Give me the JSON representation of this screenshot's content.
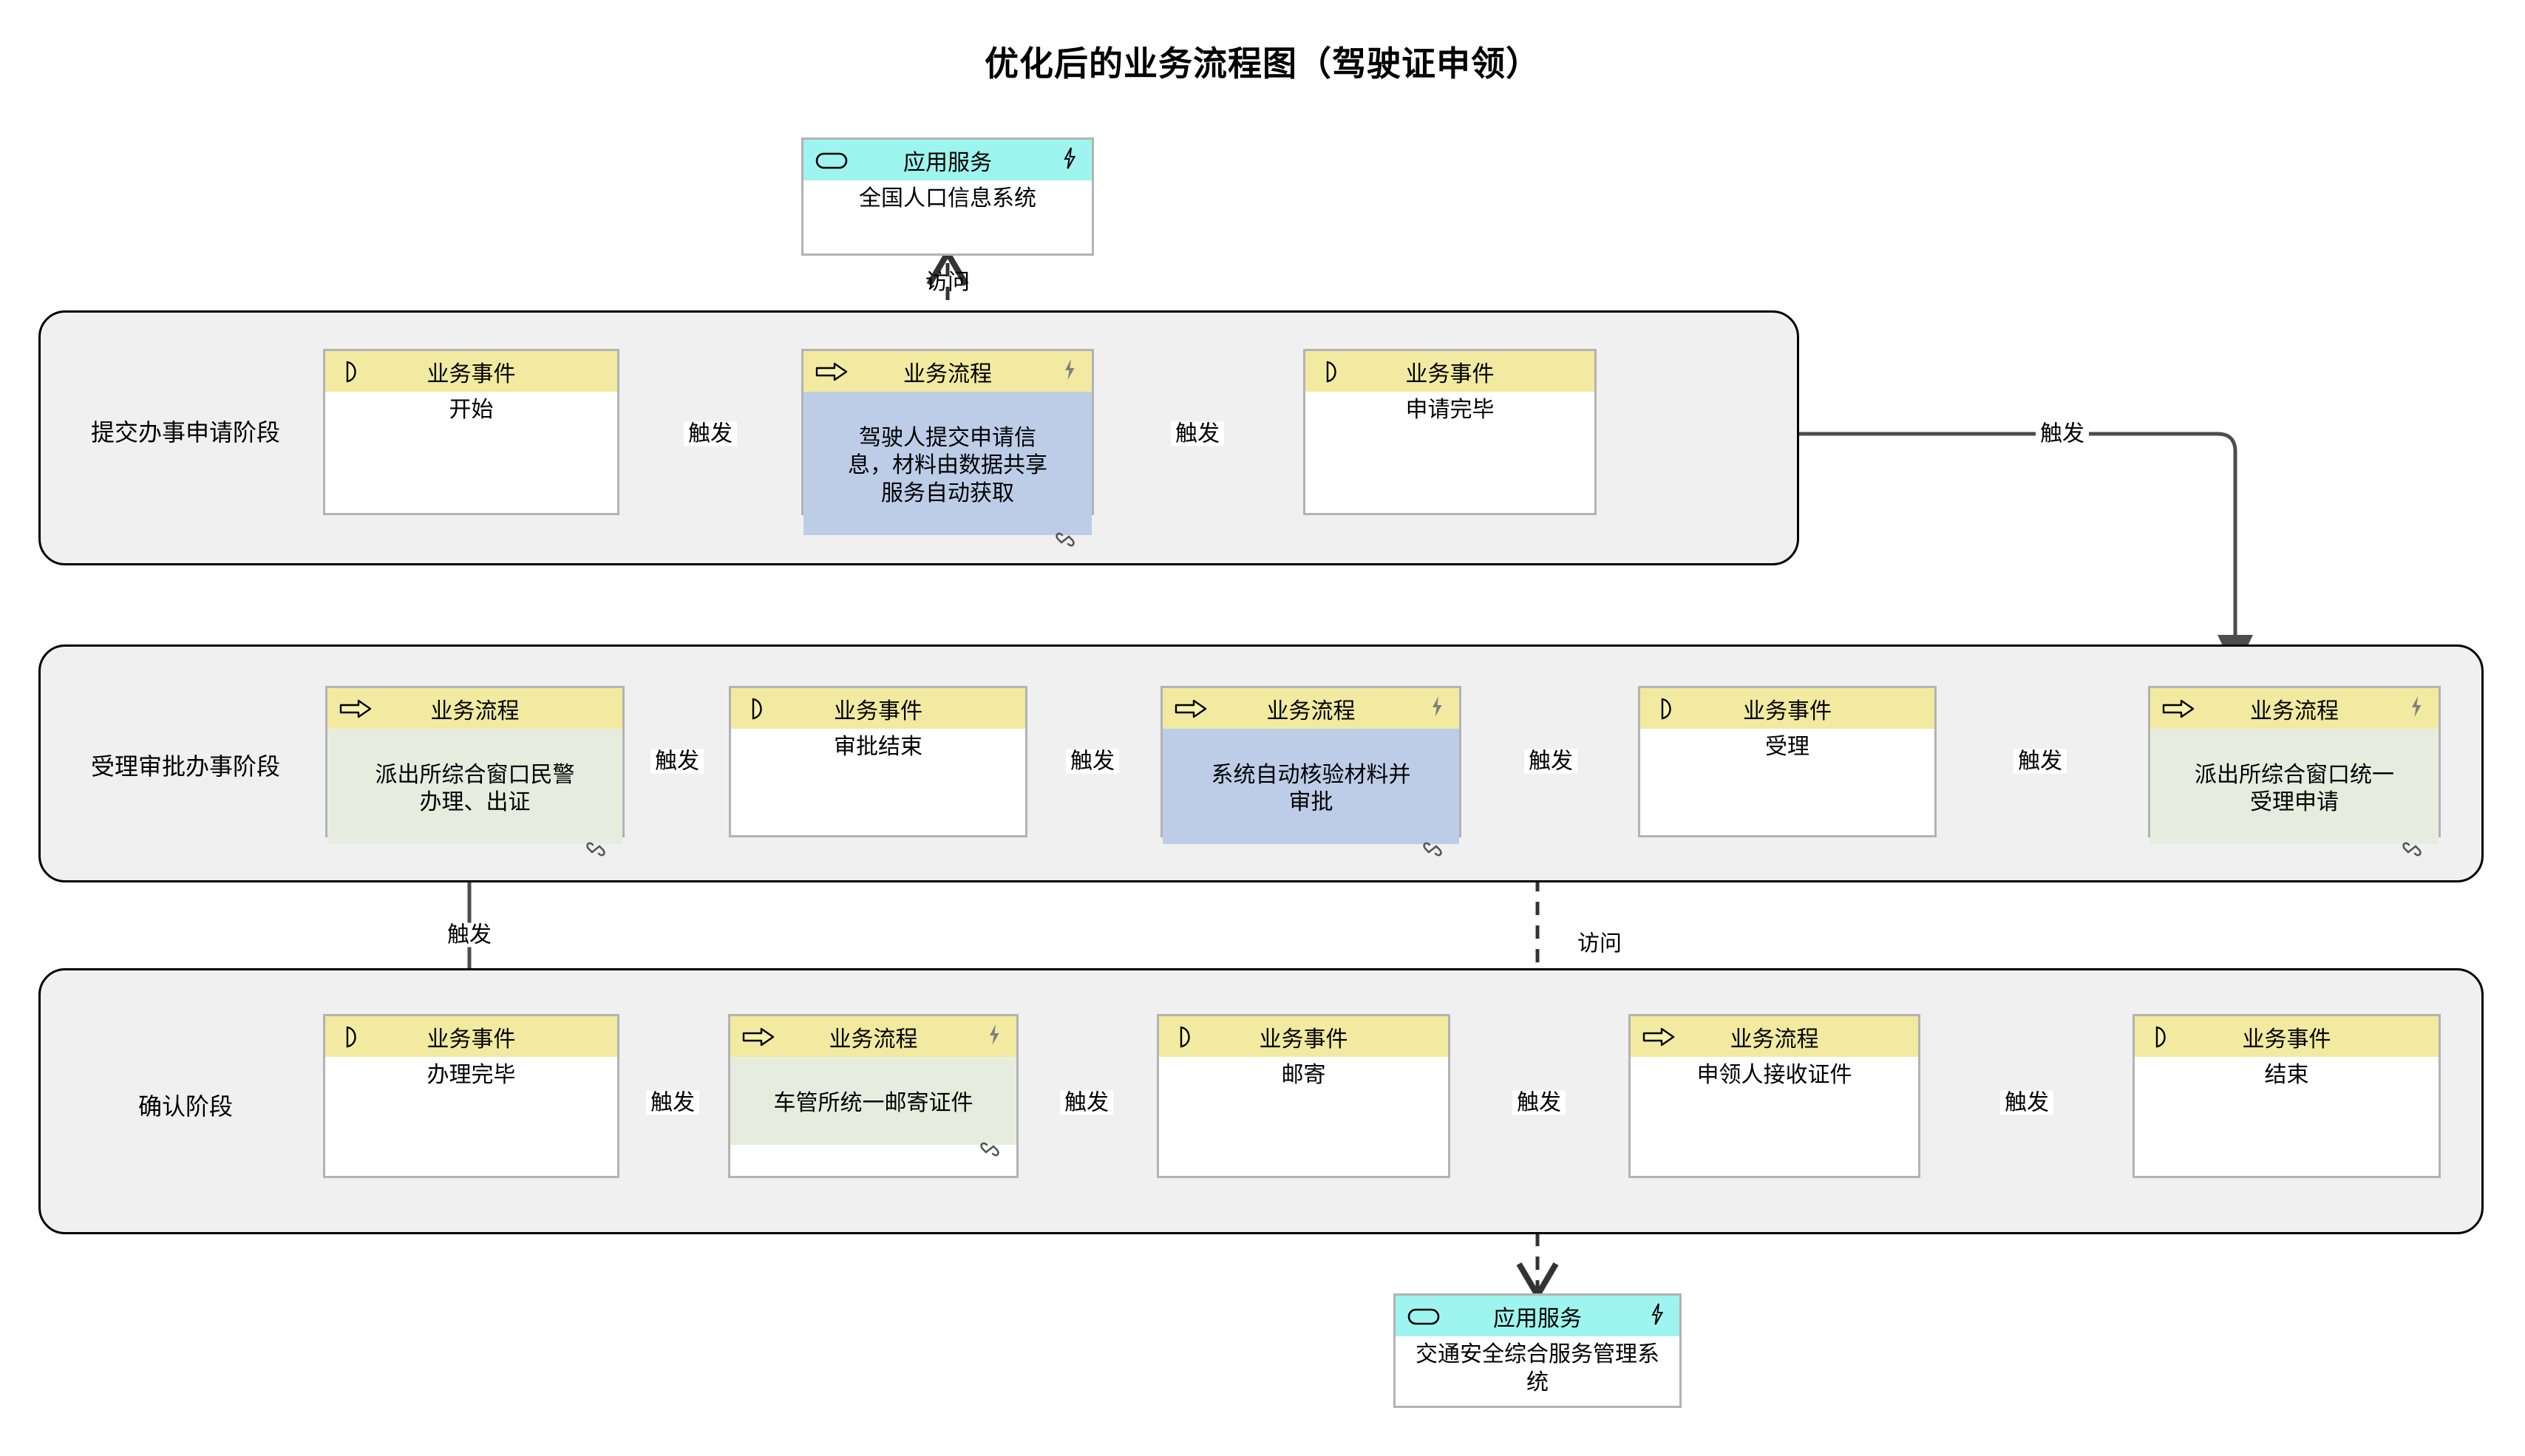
{
  "title": "优化后的业务流程图（驾驶证申领）",
  "node_types": {
    "business_event": "业务事件",
    "business_process": "业务流程",
    "application_service": "应用服务"
  },
  "icons": {
    "event": "business-event-icon",
    "process": "business-process-arrow-icon",
    "service": "application-service-rounded-icon",
    "bolt": "lightning-bolt-icon",
    "link": "link-chain-icon"
  },
  "colors": {
    "header_yellow": "#f1eaa0",
    "header_cyan": "#9ef4ee",
    "body_white": "#ffffff",
    "body_blue": "#bdcde8",
    "body_green": "#e7edde",
    "group_fill": "#f0f0f0",
    "group_border": "#000000",
    "node_border": "#b3b3b3",
    "connector": "#4d4d4d"
  },
  "groups": [
    {
      "label": "提交办事申请阶段"
    },
    {
      "label": "受理审批办事阶段"
    },
    {
      "label": "确认阶段"
    }
  ],
  "services": [
    {
      "type": "应用服务",
      "name": "全国人口信息系统"
    },
    {
      "type": "应用服务",
      "name": "交通安全综合服务管理系统"
    }
  ],
  "phase1_nodes": [
    {
      "type": "业务事件",
      "name": "开始"
    },
    {
      "type": "业务流程",
      "name": "驾驶人提交申请信\n息，材料由数据共享\n服务自动获取"
    },
    {
      "type": "业务事件",
      "name": "申请完毕"
    }
  ],
  "phase2_nodes": [
    {
      "type": "业务流程",
      "name": "派出所综合窗口民警\n办理、出证"
    },
    {
      "type": "业务事件",
      "name": "审批结束"
    },
    {
      "type": "业务流程",
      "name": "系统自动核验材料并\n审批"
    },
    {
      "type": "业务事件",
      "name": "受理"
    },
    {
      "type": "业务流程",
      "name": "派出所综合窗口统一\n受理申请"
    }
  ],
  "phase3_nodes": [
    {
      "type": "业务事件",
      "name": "办理完毕"
    },
    {
      "type": "业务流程",
      "name": "车管所统一邮寄证件"
    },
    {
      "type": "业务事件",
      "name": "邮寄"
    },
    {
      "type": "业务流程",
      "name": "申领人接收证件"
    },
    {
      "type": "业务事件",
      "name": "结束"
    }
  ],
  "edge_labels": {
    "trigger": "触发",
    "access": "访问"
  },
  "edges": [
    {
      "label": "触发",
      "from": "开始",
      "to": "驾驶人提交申请信息，材料由数据共享服务自动获取"
    },
    {
      "label": "触发",
      "from": "驾驶人提交申请信息，材料由数据共享服务自动获取",
      "to": "申请完毕"
    },
    {
      "label": "触发",
      "from": "申请完毕",
      "to": "派出所综合窗口统一受理申请"
    },
    {
      "label": "触发",
      "from": "派出所综合窗口统一受理申请",
      "to": "受理"
    },
    {
      "label": "触发",
      "from": "受理",
      "to": "系统自动核验材料并审批"
    },
    {
      "label": "触发",
      "from": "系统自动核验材料并审批",
      "to": "审批结束"
    },
    {
      "label": "触发",
      "from": "审批结束",
      "to": "派出所综合窗口民警办理、出证"
    },
    {
      "label": "触发",
      "from": "派出所综合窗口民警办理、出证",
      "to": "办理完毕"
    },
    {
      "label": "触发",
      "from": "办理完毕",
      "to": "车管所统一邮寄证件"
    },
    {
      "label": "触发",
      "from": "车管所统一邮寄证件",
      "to": "邮寄"
    },
    {
      "label": "触发",
      "from": "邮寄",
      "to": "申领人接收证件"
    },
    {
      "label": "触发",
      "from": "申领人接收证件",
      "to": "结束"
    },
    {
      "label": "访问",
      "from": "驾驶人提交申请信息，材料由数据共享服务自动获取",
      "to": "全国人口信息系统"
    },
    {
      "label": "访问",
      "from": "系统自动核验材料并审批",
      "to": "交通安全综合服务管理系统"
    }
  ]
}
